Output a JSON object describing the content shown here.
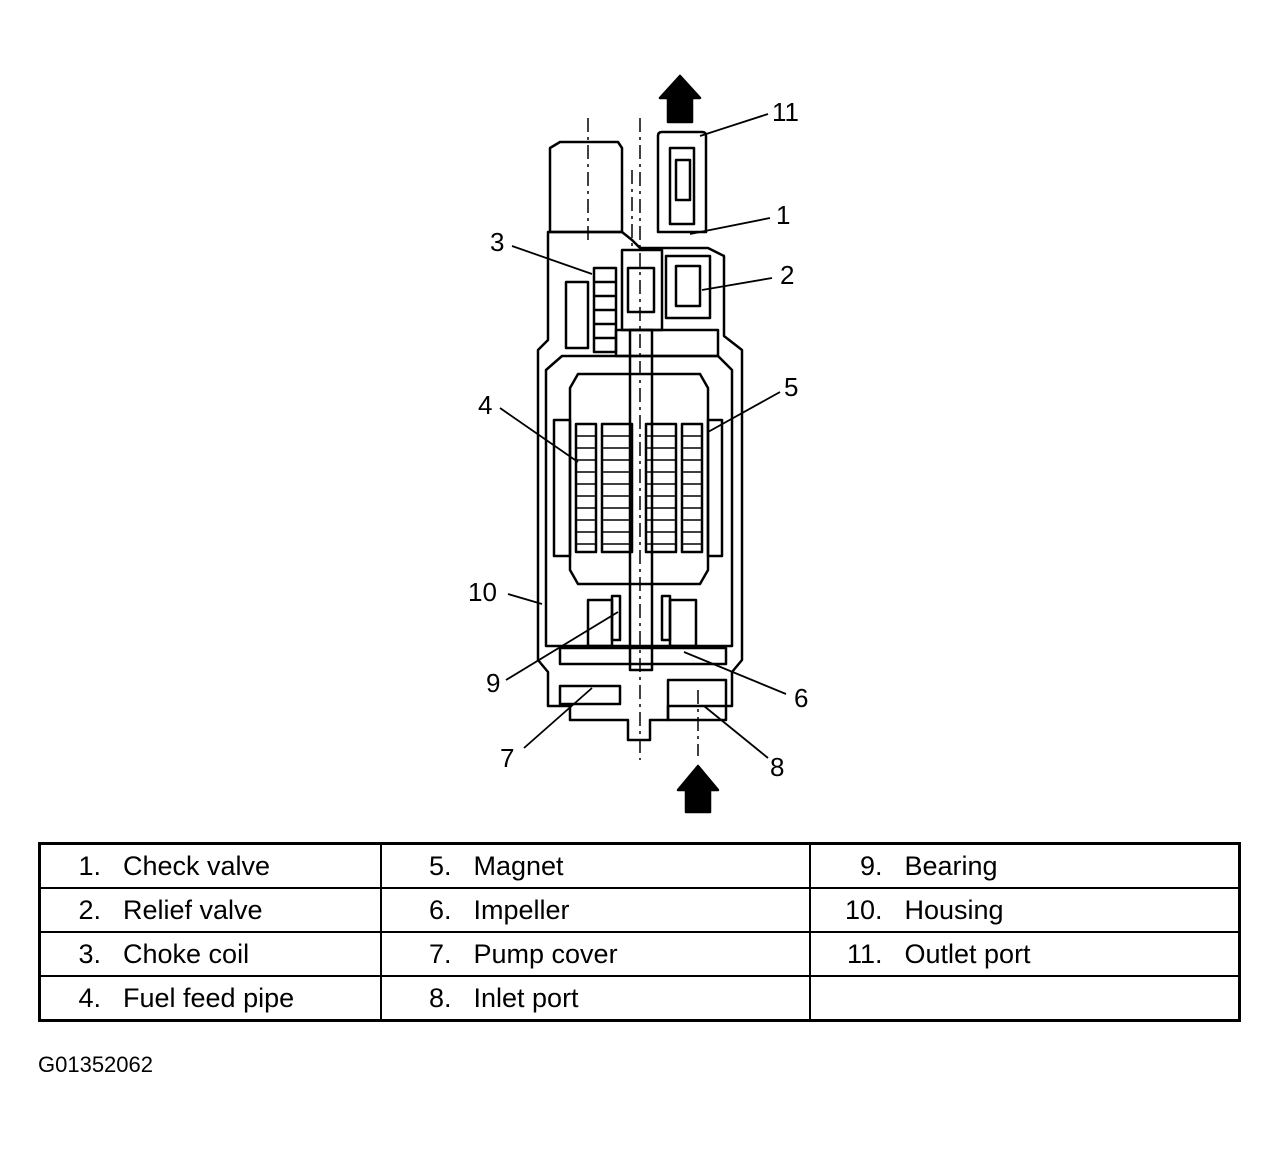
{
  "callouts": [
    {
      "id": "11",
      "text": "11"
    },
    {
      "id": "1",
      "text": "1"
    },
    {
      "id": "2",
      "text": "2"
    },
    {
      "id": "3",
      "text": "3"
    },
    {
      "id": "4",
      "text": "4"
    },
    {
      "id": "5",
      "text": "5"
    },
    {
      "id": "10",
      "text": "10"
    },
    {
      "id": "9",
      "text": "9"
    },
    {
      "id": "6",
      "text": "6"
    },
    {
      "id": "7",
      "text": "7"
    },
    {
      "id": "8",
      "text": "8"
    }
  ],
  "legend": [
    [
      {
        "num": "1.",
        "label": "Check valve"
      },
      {
        "num": "5.",
        "label": "Magnet"
      },
      {
        "num": "9.",
        "label": "Bearing"
      }
    ],
    [
      {
        "num": "2.",
        "label": "Relief valve"
      },
      {
        "num": "6.",
        "label": "Impeller"
      },
      {
        "num": "10.",
        "label": "Housing"
      }
    ],
    [
      {
        "num": "3.",
        "label": "Choke coil"
      },
      {
        "num": "7.",
        "label": "Pump cover"
      },
      {
        "num": "11.",
        "label": "Outlet port"
      }
    ],
    [
      {
        "num": "4.",
        "label": "Fuel feed pipe"
      },
      {
        "num": "8.",
        "label": "Inlet port"
      },
      {
        "num": "",
        "label": ""
      }
    ]
  ],
  "figure_code": "G01352062"
}
